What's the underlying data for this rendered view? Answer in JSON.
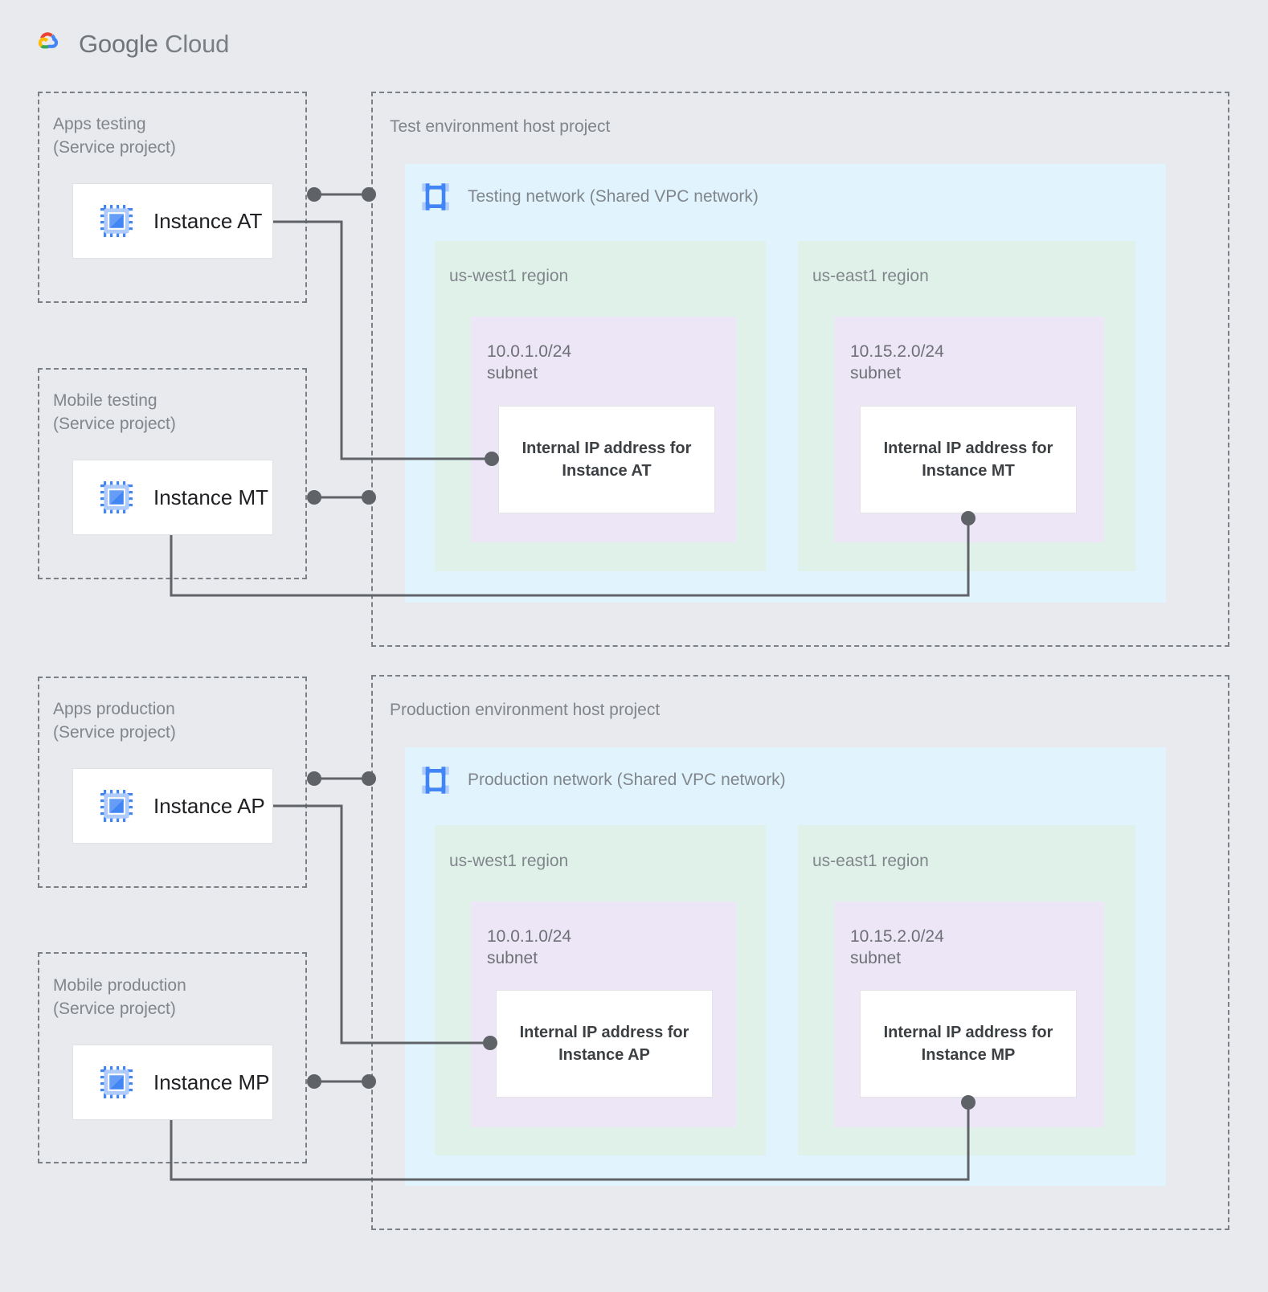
{
  "brand": {
    "name_bold": "Google",
    "name_light": " Cloud",
    "logo_icon": "google-cloud-logo"
  },
  "palette": {
    "page_background": "#e8eaed",
    "vpc_network": "#e1f3fd",
    "region": "#e0f1e9",
    "subnet": "#ece6f6",
    "card": "#ffffff",
    "label_text": "#80868b",
    "card_text": "#3c4043",
    "connector": "#5f6368",
    "vm_icon_blue": "#4285f4",
    "logo_red": "#ea4335",
    "logo_yellow": "#fbbc04",
    "logo_green": "#34a853",
    "logo_blue": "#4285f4"
  },
  "service_projects": [
    {
      "id": "apps-testing",
      "title": "Apps testing\n(Service project)",
      "instance": "Instance AT",
      "icon": "vm-instance-icon"
    },
    {
      "id": "mobile-testing",
      "title": "Mobile testing\n(Service project)",
      "instance": "Instance MT",
      "icon": "vm-instance-icon"
    },
    {
      "id": "apps-production",
      "title": "Apps production\n(Service project)",
      "instance": "Instance AP",
      "icon": "vm-instance-icon"
    },
    {
      "id": "mobile-production",
      "title": "Mobile production\n(Service project)",
      "instance": "Instance MP",
      "icon": "vm-instance-icon"
    }
  ],
  "host_projects": [
    {
      "id": "test-host",
      "title": "Test environment host project",
      "network": {
        "label": "Testing network (Shared VPC network)",
        "icon": "vpc-network-icon"
      },
      "regions": [
        {
          "id": "test-us-west1",
          "title": "us-west1 region",
          "subnet": {
            "title": "10.0.1.0/24\nsubnet",
            "ip_card": "Internal IP address for\nInstance AT"
          }
        },
        {
          "id": "test-us-east1",
          "title": "us-east1 region",
          "subnet": {
            "title": "10.15.2.0/24\nsubnet",
            "ip_card": "Internal IP address for\nInstance MT"
          }
        }
      ]
    },
    {
      "id": "prod-host",
      "title": "Production environment host project",
      "network": {
        "label": "Production network (Shared VPC network)",
        "icon": "vpc-network-icon"
      },
      "regions": [
        {
          "id": "prod-us-west1",
          "title": "us-west1 region",
          "subnet": {
            "title": "10.0.1.0/24\nsubnet",
            "ip_card": "Internal IP address for\nInstance AP"
          }
        },
        {
          "id": "prod-us-east1",
          "title": "us-east1 region",
          "subnet": {
            "title": "10.15.2.0/24\nsubnet",
            "ip_card": "Internal IP address for\nInstance MP"
          }
        }
      ]
    }
  ],
  "connections": [
    {
      "id": "at-to-host",
      "from": "Instance AT",
      "to": "Test environment host project"
    },
    {
      "id": "at-to-ip",
      "from": "Instance AT",
      "to": "Internal IP address for Instance AT"
    },
    {
      "id": "mt-to-host",
      "from": "Instance MT",
      "to": "Test environment host project"
    },
    {
      "id": "mt-to-ip",
      "from": "Instance MT",
      "to": "Internal IP address for Instance MT"
    },
    {
      "id": "ap-to-host",
      "from": "Instance AP",
      "to": "Production environment host project"
    },
    {
      "id": "ap-to-ip",
      "from": "Instance AP",
      "to": "Internal IP address for Instance AP"
    },
    {
      "id": "mp-to-host",
      "from": "Instance MP",
      "to": "Production environment host project"
    },
    {
      "id": "mp-to-ip",
      "from": "Instance MP",
      "to": "Internal IP address for Instance MP"
    }
  ]
}
